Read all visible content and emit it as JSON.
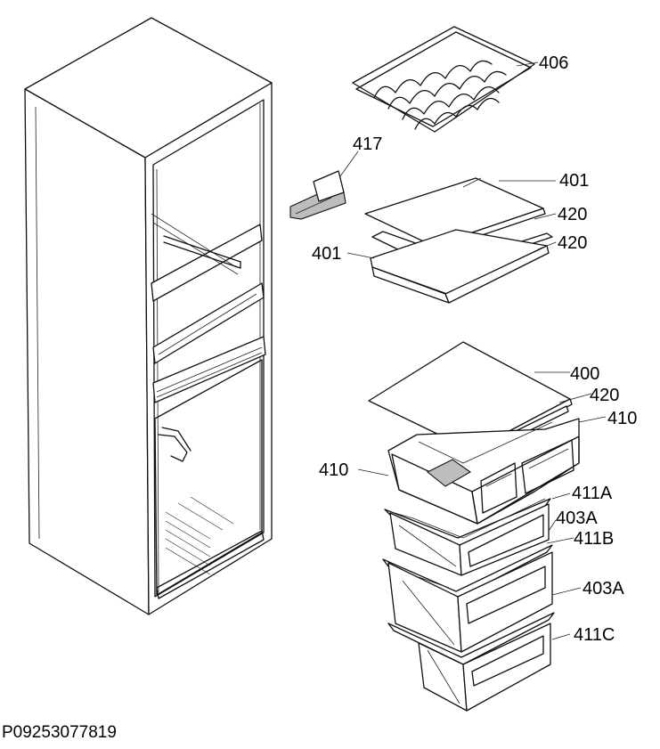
{
  "labels": {
    "l406": "406",
    "l417": "417",
    "l401a": "401",
    "l401b": "401",
    "l420a": "420",
    "l420b": "420",
    "l400": "400",
    "l420c": "420",
    "l410a": "410",
    "l410b": "410",
    "l411A": "411A",
    "l403Aa": "403A",
    "l411B": "411B",
    "l403Ab": "403A",
    "l411C": "411C"
  },
  "document_id": "P09253077819"
}
